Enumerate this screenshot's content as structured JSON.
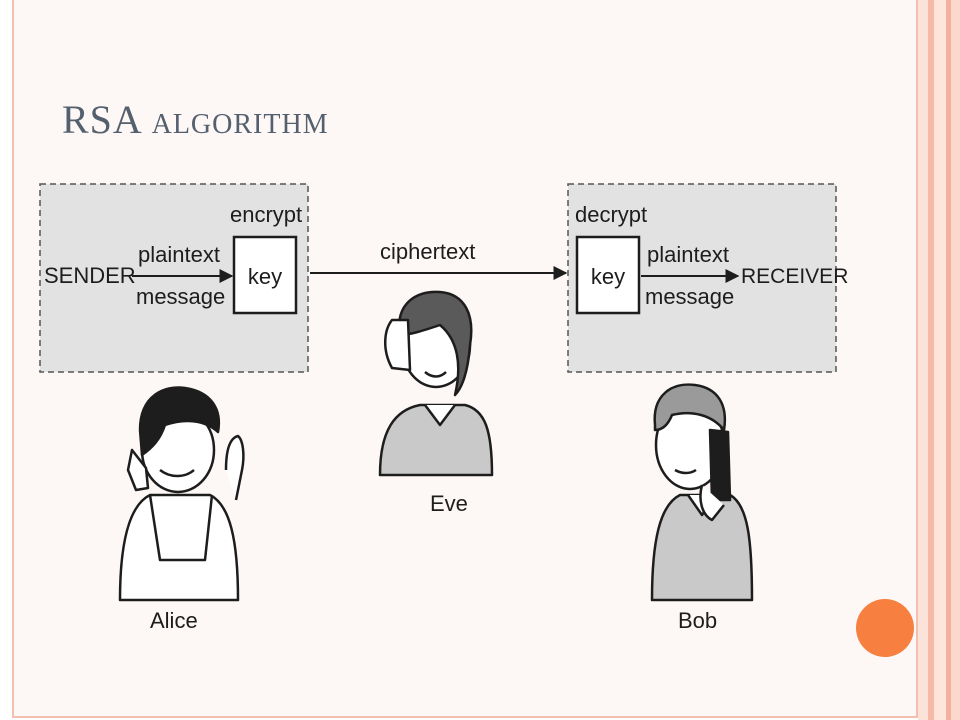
{
  "slide": {
    "title": "RSA algorithm",
    "colors": {
      "title": "#55606e",
      "accent_circle": "#f77f40",
      "panel_fill": "#e2e2e2",
      "frame_border": "#f3c0b0"
    }
  },
  "diagram": {
    "sender_panel": {
      "encrypt_label": "encrypt",
      "key_label": "key",
      "sender_label": "SENDER",
      "plaintext_label": "plaintext",
      "message_label": "message"
    },
    "channel": {
      "ciphertext_label": "ciphertext"
    },
    "receiver_panel": {
      "decrypt_label": "decrypt",
      "key_label": "key",
      "plaintext_label": "plaintext",
      "message_label": "message",
      "receiver_label": "RECEIVER"
    },
    "people": {
      "alice": "Alice",
      "eve": "Eve",
      "bob": "Bob"
    }
  }
}
